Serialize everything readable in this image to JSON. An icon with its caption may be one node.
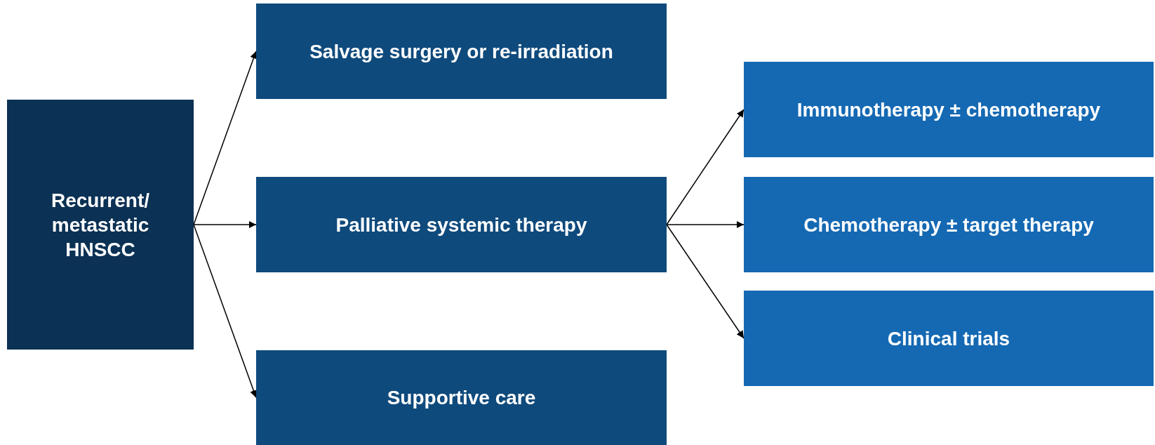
{
  "diagram": {
    "nodes": [
      {
        "text": [
          "Recurrent/ metastatic HNSCC"
        ]
      },
      {
        "text": [
          "Salvage surgery or re-irradiation"
        ]
      },
      {
        "text": [
          "Palliative systemic therapy"
        ]
      },
      {
        "text": [
          "Supportive care"
        ]
      },
      {
        "text": [
          "Immunotherapy ± chemotherapy"
        ]
      },
      {
        "text": [
          "Chemotherapy ± target therapy"
        ]
      },
      {
        "text": [
          "Clinical trials"
        ]
      }
    ],
    "edges": [
      {
        "from": 0,
        "to": 1,
        "arrow": "to"
      },
      {
        "from": 0,
        "to": 2,
        "arrow": "to"
      },
      {
        "from": 0,
        "to": 3,
        "arrow": "to"
      },
      {
        "from": 2,
        "to": 4,
        "arrow": "to"
      },
      {
        "from": 2,
        "to": 5,
        "arrow": "to"
      },
      {
        "from": 2,
        "to": 6,
        "arrow": "to"
      }
    ]
  }
}
